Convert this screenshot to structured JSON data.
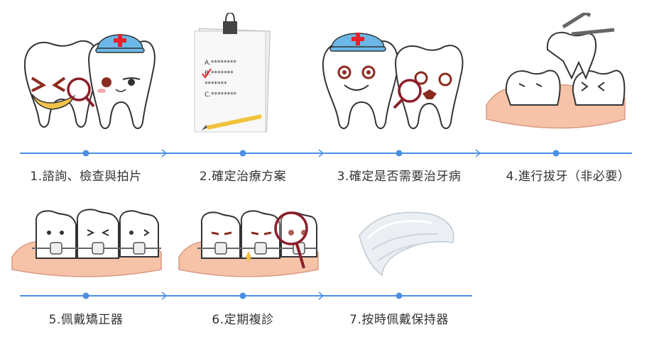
{
  "steps": [
    {
      "label": "1.諮詢、檢查與拍片",
      "icon": "teeth-magnifier-consultation-icon"
    },
    {
      "label": "2.確定治療方案",
      "icon": "clipboard-treatment-plan-icon"
    },
    {
      "label": "3.確定是否需要治牙病",
      "icon": "teeth-magnifier-diagnosis-icon"
    },
    {
      "label": "4.進行拔牙（非必要）",
      "icon": "tooth-extraction-icon"
    },
    {
      "label": "5.佩戴矯正器",
      "icon": "braces-teeth-icon"
    },
    {
      "label": "6.定期複診",
      "icon": "braces-checkup-magnifier-icon"
    },
    {
      "label": "7.按時佩戴保持器",
      "icon": "clear-retainer-icon"
    }
  ],
  "clipboard": {
    "line1": "A.********",
    "line2": "B.*******",
    "line3": "*******",
    "line4": "C.********"
  },
  "colors": {
    "timeline": "#4a90e2",
    "tooth_outline": "#333333",
    "gum": "#f6c3a8",
    "helmet": "#6bb8e8",
    "cross": "#e8202a",
    "magnifier": "#8b1f2b",
    "pencil": "#f2c23a"
  }
}
